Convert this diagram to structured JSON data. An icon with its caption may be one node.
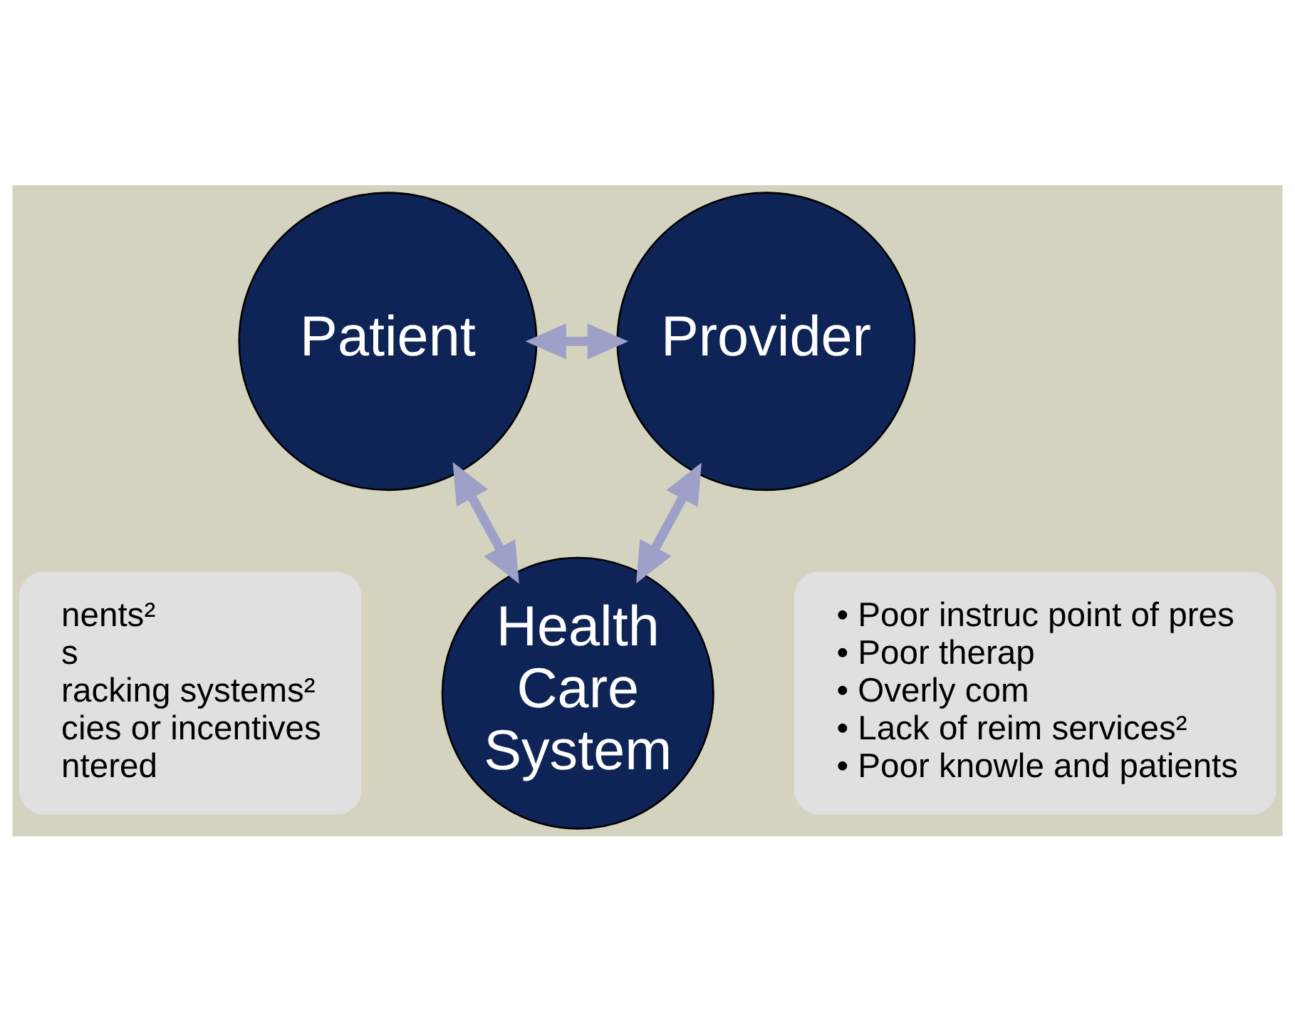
{
  "diagram": {
    "nodes": [
      {
        "text": [
          "Patient"
        ]
      },
      {
        "text": [
          "Provider"
        ]
      },
      {
        "text": [
          "Health Care System"
        ]
      },
      {
        "text": [
          "nents²",
          "s",
          "racking systems²",
          "cies or incentives",
          "ntered"
        ]
      },
      {
        "text": [
          "• Poor instruc point of pres",
          "• Poor therap",
          "• Overly com",
          "• Lack of reim services²",
          "• Poor knowle and patients"
        ]
      }
    ],
    "edges": [
      {
        "from": 0,
        "to": 1,
        "arrow": "both"
      },
      {
        "from": 0,
        "to": 2,
        "arrow": "both"
      },
      {
        "from": 1,
        "to": 2,
        "arrow": "both"
      }
    ]
  }
}
